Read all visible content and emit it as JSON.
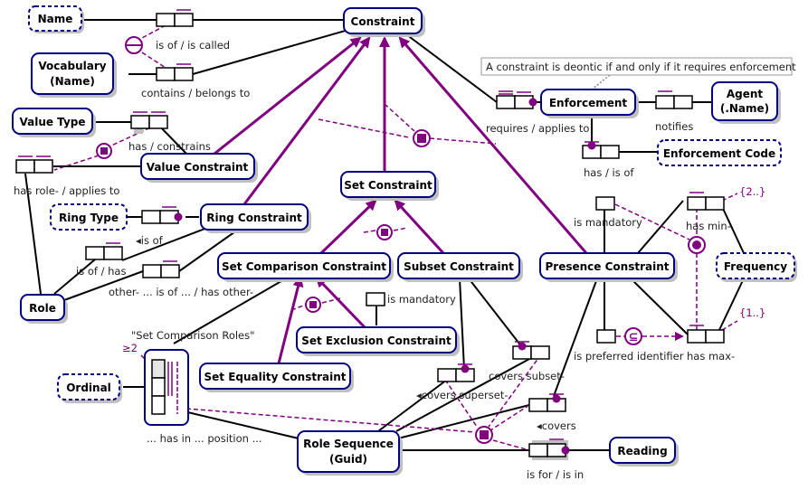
{
  "colors": {
    "entity_border": "#000080",
    "constraint": "#800080",
    "line": "#000000",
    "shadow": "#c0c0c0",
    "note_border": "#808080"
  },
  "entities": {
    "name": "Name",
    "vocabulary_1": "Vocabulary",
    "vocabulary_2": "(Name)",
    "value_type": "Value Type",
    "value_constraint": "Value Constraint",
    "constraint": "Constraint",
    "enforcement": "Enforcement",
    "agent_1": "Agent",
    "agent_2": "(.Name)",
    "enforcement_code": "Enforcement Code",
    "set_constraint": "Set Constraint",
    "ring_type": "Ring Type",
    "ring_constraint": "Ring Constraint",
    "role": "Role",
    "set_comparison_constraint": "Set Comparison Constraint",
    "subset_constraint": "Subset Constraint",
    "presence_constraint": "Presence Constraint",
    "frequency": "Frequency",
    "set_exclusion_constraint": "Set Exclusion Constraint",
    "set_equality_constraint": "Set Equality Constraint",
    "ordinal": "Ordinal",
    "role_sequence_1": "Role Sequence",
    "role_sequence_2": "(Guid)",
    "reading": "Reading"
  },
  "readings": {
    "is_of_is_called": "is of / is called",
    "contains_belongs_to": "contains / belongs to",
    "has_constrains": "has / constrains",
    "has_role_applies_to": "has role- / applies to",
    "requires_applies_to": "requires / applies to",
    "notifies": "notifies",
    "has_is_of": "has / is of",
    "ring_is_of": "◂is of",
    "is_of_has": "is of / has",
    "other_is_of_has_other": "other- ... is of ... / has other-",
    "is_mandatory_presence": "is mandatory",
    "has_min": "has min-",
    "is_mandatory_exclusion": "is mandatory",
    "is_preferred_identifier": "is preferred identifier",
    "has_max": "has max-",
    "covers_subset": "covers subset-",
    "covers_superset": "◂covers superset-",
    "covers": "◂covers",
    "has_in_position": "... has in ... position ...",
    "is_for_is_in": "is for / is in",
    "set_comparison_roles": "\"Set Comparison Roles\""
  },
  "constraint_labels": {
    "min_freq": "{2..}",
    "max_freq": "{1..}",
    "ge2": "≥2"
  },
  "note": {
    "text": "A constraint is deontic if and only if it requires enforcement"
  }
}
